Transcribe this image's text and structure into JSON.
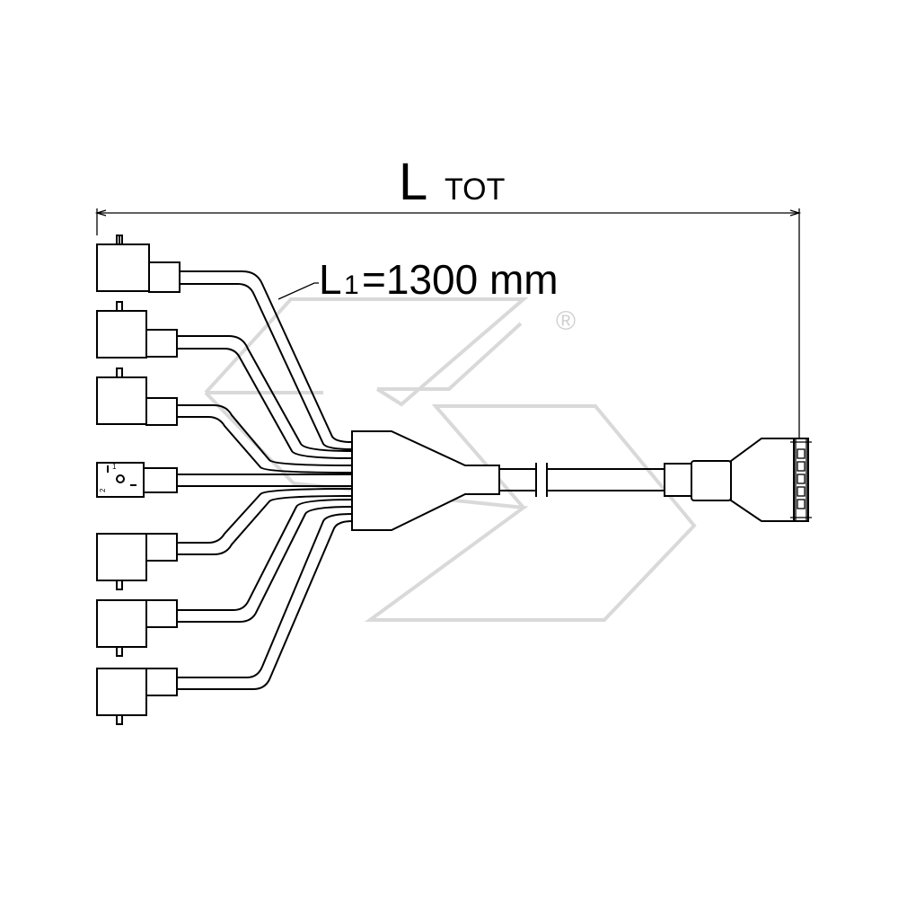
{
  "dimensions": {
    "total_length_label": "L",
    "total_length_subscript": "TOT",
    "branch_length_label": "L",
    "branch_length_subscript": "1",
    "branch_length_value": "=1300 mm"
  },
  "watermark": {
    "registered_mark": "®"
  },
  "connector": {
    "pin_labels": [
      "2",
      "1"
    ]
  },
  "branch_count": 7
}
